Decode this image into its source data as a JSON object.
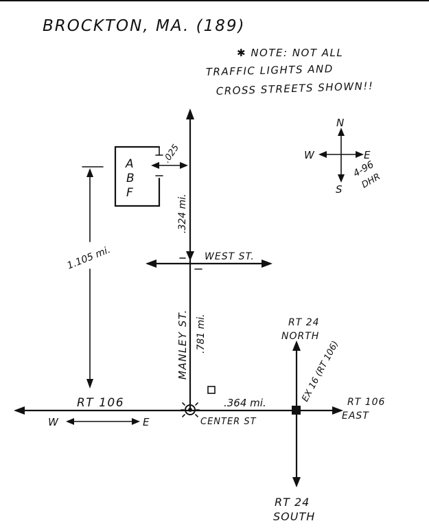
{
  "title": "BROCKTON, MA. (189)",
  "note": [
    "✱ NOTE: NOT ALL",
    "TRAFFIC LIGHTS AND",
    "CROSS STREETS SHOWN!!"
  ],
  "compass": {
    "n": "N",
    "s": "S",
    "e": "E",
    "w": "W",
    "date": "4-96",
    "initials": "DHR"
  },
  "building": {
    "letters": [
      "A",
      "B",
      "F"
    ],
    "offset": ".025"
  },
  "distances": {
    "manley_north": ".324 mi.",
    "total": "1.105 mi.",
    "manley_south": ".781 mi.",
    "rt106_east": ".364 mi."
  },
  "streets": {
    "west_st": "WEST ST.",
    "manley_st": "MANLEY ST.",
    "rt106": "RT 106",
    "center_st": "CENTER ST",
    "rt24_north": [
      "RT 24",
      "NORTH"
    ],
    "rt24_south": [
      "RT 24",
      "SOUTH"
    ],
    "rt106_east": [
      "RT 106",
      "EAST"
    ],
    "exit": "EX 16 (RT 106)"
  },
  "dir_w": "W",
  "dir_e": "E",
  "colors": {
    "ink": "#111111",
    "paper": "#ffffff"
  }
}
